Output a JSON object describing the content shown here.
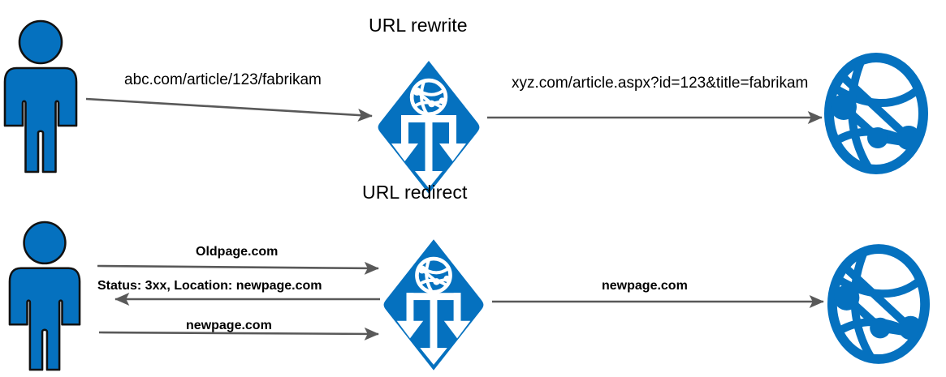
{
  "diagram": {
    "title_rewrite": "URL rewrite",
    "title_redirect": "URL redirect",
    "colors": {
      "brand_blue": "#0571bf",
      "arrow_gray": "#595959",
      "outline_black": "#000000",
      "background": "#ffffff"
    },
    "sections": [
      {
        "name": "url-rewrite",
        "heading": "URL rewrite",
        "nodes": [
          {
            "name": "client-user",
            "icon": "person-icon",
            "label": ""
          },
          {
            "name": "url-rewrite-module",
            "icon": "router-diamond-icon",
            "label": ""
          },
          {
            "name": "web-server",
            "icon": "globe-network-icon",
            "label": ""
          }
        ],
        "flows": [
          {
            "name": "client-to-module-request",
            "label": "abc.com/article/123/fabrikam",
            "direction": "right"
          },
          {
            "name": "module-to-server-request",
            "label": "xyz.com/article.aspx?id=123&title=fabrikam",
            "direction": "right"
          }
        ]
      },
      {
        "name": "url-redirect",
        "heading": "URL redirect",
        "nodes": [
          {
            "name": "client-user",
            "icon": "person-icon",
            "label": ""
          },
          {
            "name": "url-redirect-module",
            "icon": "router-diamond-icon",
            "label": ""
          },
          {
            "name": "web-server",
            "icon": "globe-network-icon",
            "label": ""
          }
        ],
        "flows": [
          {
            "name": "client-to-module-oldpage",
            "label": "Oldpage.com",
            "direction": "right"
          },
          {
            "name": "module-to-client-status",
            "label": "Status: 3xx, Location: newpage.com",
            "direction": "left"
          },
          {
            "name": "client-to-module-newpage",
            "label": "newpage.com",
            "direction": "right"
          },
          {
            "name": "module-to-server-newpage",
            "label": "newpage.com",
            "direction": "right"
          }
        ]
      }
    ]
  }
}
